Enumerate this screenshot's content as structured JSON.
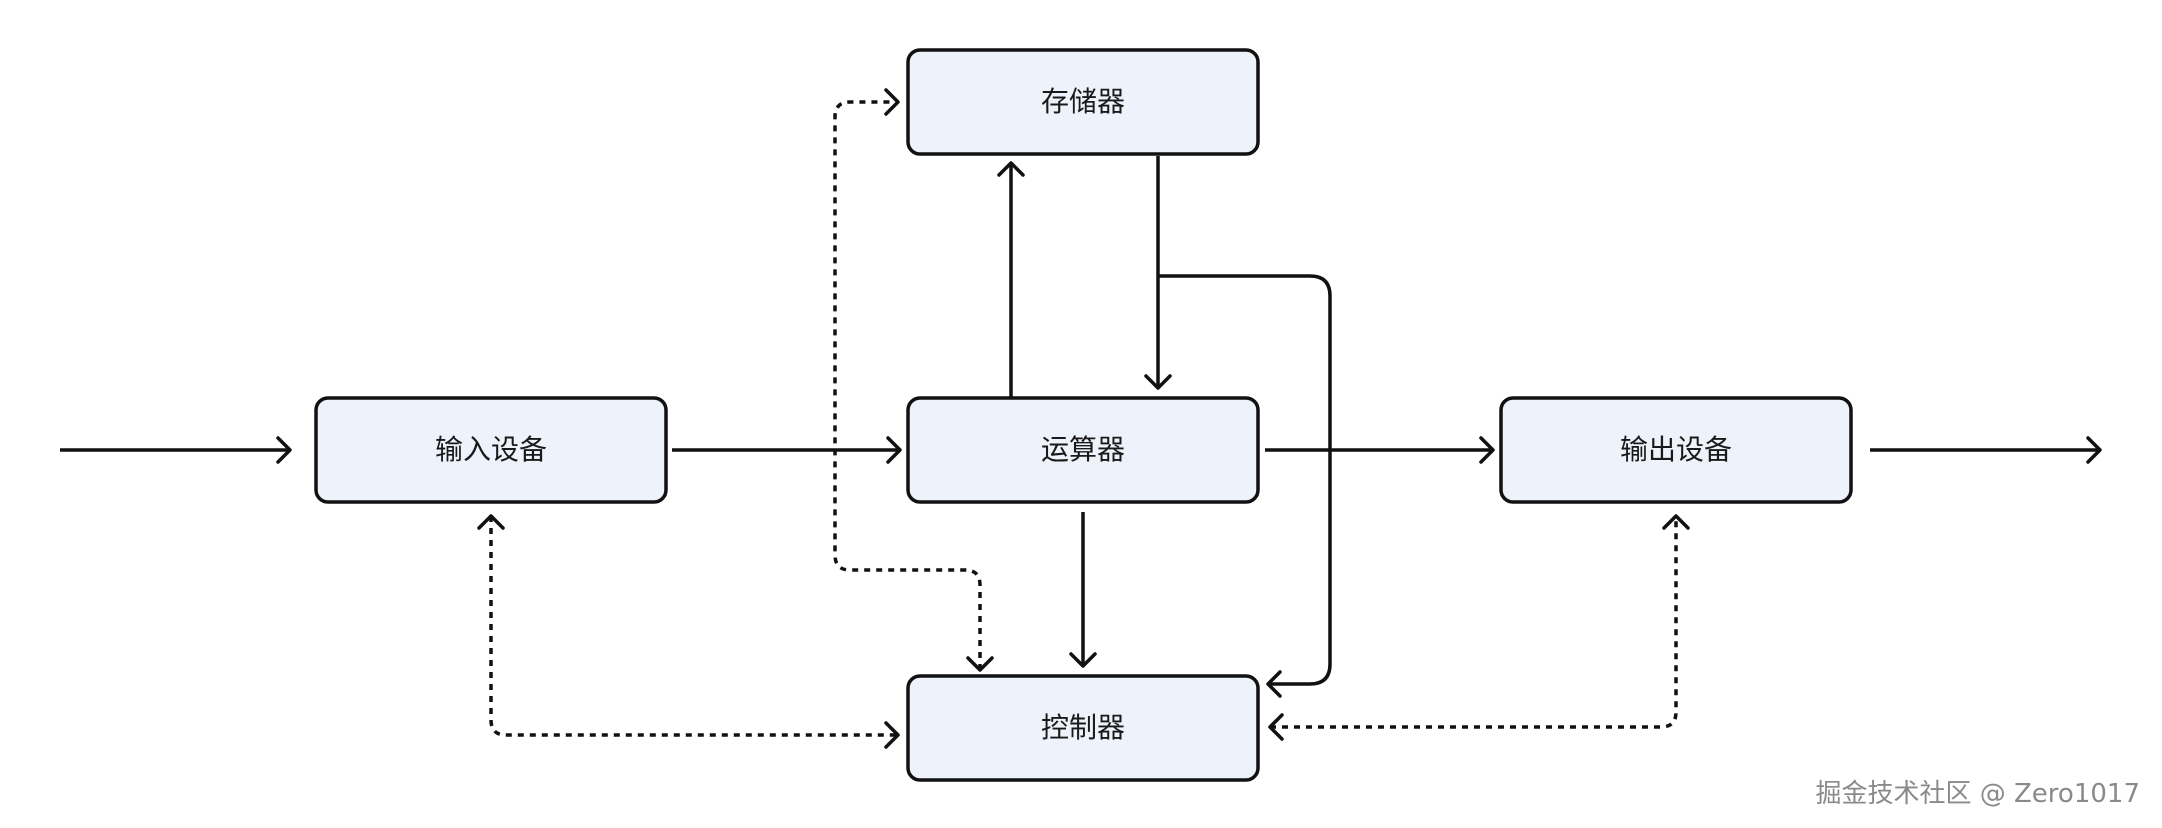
{
  "nodes": {
    "storage": "存储器",
    "input": "输入设备",
    "alu": "运算器",
    "output": "输出设备",
    "controller": "控制器"
  },
  "watermark": "掘金技术社区 @ Zero1017",
  "colors": {
    "node_fill": "#eef2fb",
    "stroke": "#111111",
    "watermark": "#8a8a8a"
  }
}
